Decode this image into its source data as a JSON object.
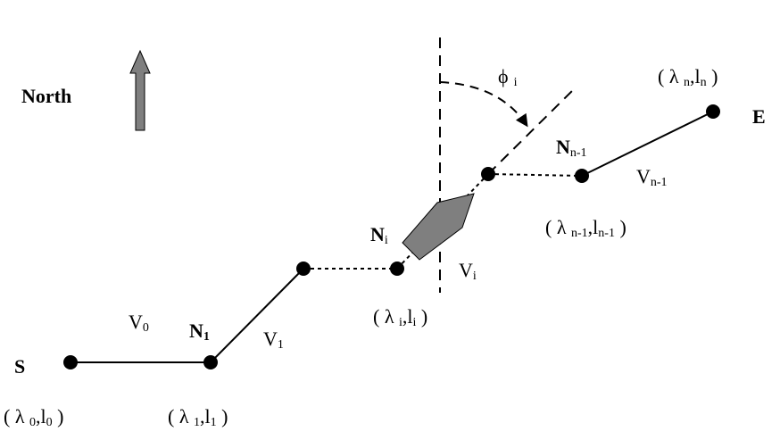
{
  "north": {
    "label": "North"
  },
  "start": {
    "label": "S"
  },
  "end": {
    "label": "E"
  },
  "waypoints": {
    "n1": {
      "prefix": "N",
      "sub": "1"
    },
    "ni": {
      "prefix": "N",
      "sub": "i"
    },
    "nn1": {
      "prefix": "N",
      "sub": "n-1"
    }
  },
  "legs": {
    "v0": {
      "prefix": "V",
      "sub": "0"
    },
    "v1": {
      "prefix": "V",
      "sub": "1"
    },
    "vi": {
      "prefix": "V",
      "sub": "i"
    },
    "vn1": {
      "prefix": "V",
      "sub": "n-1"
    }
  },
  "heading": {
    "prefix": "ϕ",
    "sub": "i"
  },
  "coords": {
    "c0": {
      "open": "( λ ",
      "lam_sub": "0",
      "mid": ",l",
      "l_sub": "0",
      "close": " )"
    },
    "c1": {
      "open": "( λ ",
      "lam_sub": "1",
      "mid": ",l",
      "l_sub": "1",
      "close": " )"
    },
    "ci": {
      "open": "( λ ",
      "lam_sub": "i",
      "mid": ",l",
      "l_sub": "i",
      "close": " )"
    },
    "cn1": {
      "open": "( λ ",
      "lam_sub": "n-1",
      "mid": ",l",
      "l_sub": "n-1",
      "close": " )"
    },
    "cn": {
      "open": "( λ ",
      "lam_sub": "n",
      "mid": ",l",
      "l_sub": "n",
      "close": " )"
    }
  },
  "colors": {
    "ship": "#7f7f7f",
    "arrow": "#7f7f7f",
    "line": "#000000"
  }
}
